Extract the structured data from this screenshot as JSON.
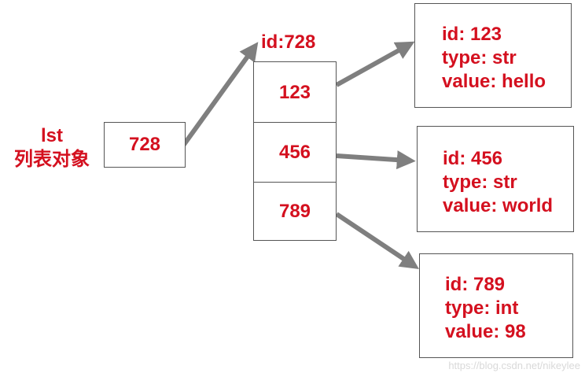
{
  "variable": {
    "name": "lst",
    "caption": "列表对象",
    "value": "728"
  },
  "list_object": {
    "id_label": "id:728",
    "elements": [
      "123",
      "456",
      "789"
    ]
  },
  "objects": [
    {
      "id": "id: 123",
      "type": "type: str",
      "value": "value: hello"
    },
    {
      "id": "id: 456",
      "type": "type: str",
      "value": "value: world"
    },
    {
      "id": "id: 789",
      "type": "type: int",
      "value": "value: 98"
    }
  ],
  "watermark": "https://blog.csdn.net/nikeylee",
  "colors": {
    "text": "#d4101f",
    "arrow": "#7f7f7f",
    "border": "#555555"
  }
}
